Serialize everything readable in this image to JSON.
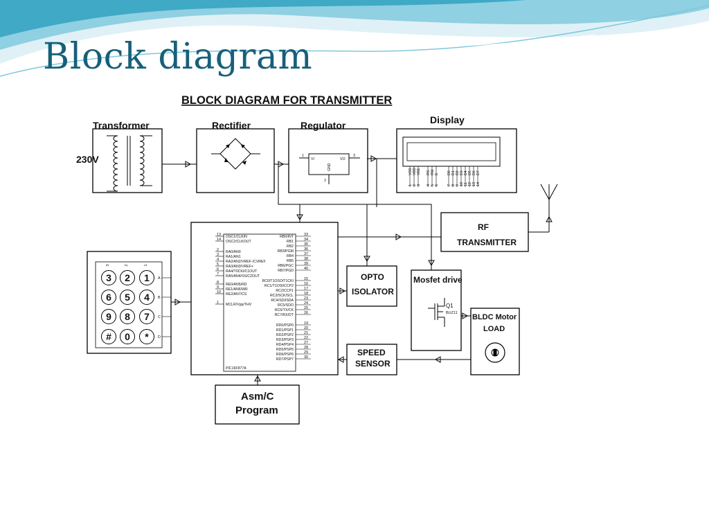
{
  "slide": {
    "title": "Block diagram",
    "colors": {
      "title": "#17607a",
      "swoosh_light": "#cfeaf2",
      "swoosh_mid": "#7fc8dc",
      "swoosh_dark": "#2f9fbd"
    }
  },
  "diagram": {
    "heading": "BLOCK DIAGRAM FOR TRANSMITTER",
    "supply_label": "230V",
    "blocks": {
      "transformer": "Transformer",
      "rectifier": "Rectifier",
      "regulator": "Regulator",
      "display": "Display",
      "rf_line1": "RF",
      "rf_line2": "TRANSMITTER",
      "opto_line1": "OPTO",
      "opto_line2": "ISOLATOR",
      "mosfet": "Mosfet drive",
      "bldc_line1": "BLDC Motor",
      "bldc_line2": "LOAD",
      "speed_line1": "SPEED",
      "speed_line2": "SENSOR",
      "program_line1": "Asm/C",
      "program_line2": "Program"
    },
    "regulator_pins": {
      "vi": "VI",
      "vo": "VO",
      "gnd": "GND",
      "pin1": "1",
      "pin2": "2",
      "pin3": "3"
    },
    "mosfet_part": {
      "ref": "Q1",
      "part": "BUZ11"
    },
    "mcu": {
      "part": "PIC16F877A",
      "left_pins": [
        {
          "num": "13",
          "name": "OSC1/CLKIN"
        },
        {
          "num": "14",
          "name": "OSC2/CLKOUT"
        },
        {
          "num": "2",
          "name": "RA0/AN0"
        },
        {
          "num": "3",
          "name": "RA1/AN1"
        },
        {
          "num": "4",
          "name": "RA2/AN2/VREF-/CVREF"
        },
        {
          "num": "5",
          "name": "RA3/AN3/VREF+"
        },
        {
          "num": "6",
          "name": "RA4/T0CKI/C1OUT"
        },
        {
          "num": "7",
          "name": "RA5/AN4/SS/C2OUT"
        },
        {
          "num": "8",
          "name": "RE0/AN5/RD"
        },
        {
          "num": "9",
          "name": "RE1/AN6/WR"
        },
        {
          "num": "10",
          "name": "RE2/AN7/CS"
        },
        {
          "num": "1",
          "name": "MCLR/Vpp/THV"
        }
      ],
      "right_pins": [
        {
          "num": "33",
          "name": "RB0/INT"
        },
        {
          "num": "34",
          "name": "RB1"
        },
        {
          "num": "35",
          "name": "RB2"
        },
        {
          "num": "36",
          "name": "RB3/PGM"
        },
        {
          "num": "37",
          "name": "RB4"
        },
        {
          "num": "38",
          "name": "RB5"
        },
        {
          "num": "39",
          "name": "RB6/PGC"
        },
        {
          "num": "40",
          "name": "RB7/PGD"
        },
        {
          "num": "15",
          "name": "RC0/T1OSO/T1CKI"
        },
        {
          "num": "16",
          "name": "RC1/T1OSI/CCP2"
        },
        {
          "num": "17",
          "name": "RC2/CCP1"
        },
        {
          "num": "18",
          "name": "RC3/SCK/SCL"
        },
        {
          "num": "23",
          "name": "RC4/SDI/SDA"
        },
        {
          "num": "24",
          "name": "RC5/SDO"
        },
        {
          "num": "25",
          "name": "RC6/TX/CK"
        },
        {
          "num": "26",
          "name": "RC7/RX/DT"
        },
        {
          "num": "19",
          "name": "RD0/PSP0"
        },
        {
          "num": "20",
          "name": "RD1/PSP1"
        },
        {
          "num": "21",
          "name": "RD2/PSP2"
        },
        {
          "num": "22",
          "name": "RD3/PSP3"
        },
        {
          "num": "27",
          "name": "RD4/PSP4"
        },
        {
          "num": "28",
          "name": "RD5/PSP5"
        },
        {
          "num": "29",
          "name": "RD6/PSP6"
        },
        {
          "num": "30",
          "name": "RD7/PSP7"
        }
      ]
    },
    "display_pins": {
      "names": [
        "VSS",
        "VDD",
        "VEE",
        "RS",
        "RW",
        "E",
        "D0",
        "D1",
        "D2",
        "D3",
        "D4",
        "D5",
        "D6",
        "D7"
      ],
      "numbers": [
        "1",
        "2",
        "3",
        "4",
        "5",
        "6",
        "7",
        "8",
        "9",
        "10",
        "11",
        "12",
        "13",
        "14"
      ]
    },
    "keypad": {
      "keys": [
        [
          "3",
          "2",
          "1"
        ],
        [
          "6",
          "5",
          "4"
        ],
        [
          "9",
          "8",
          "7"
        ],
        [
          "#",
          "0",
          "*"
        ]
      ],
      "rows": [
        "A",
        "B",
        "C",
        "D"
      ],
      "cols": [
        "3",
        "2",
        "1"
      ]
    }
  }
}
